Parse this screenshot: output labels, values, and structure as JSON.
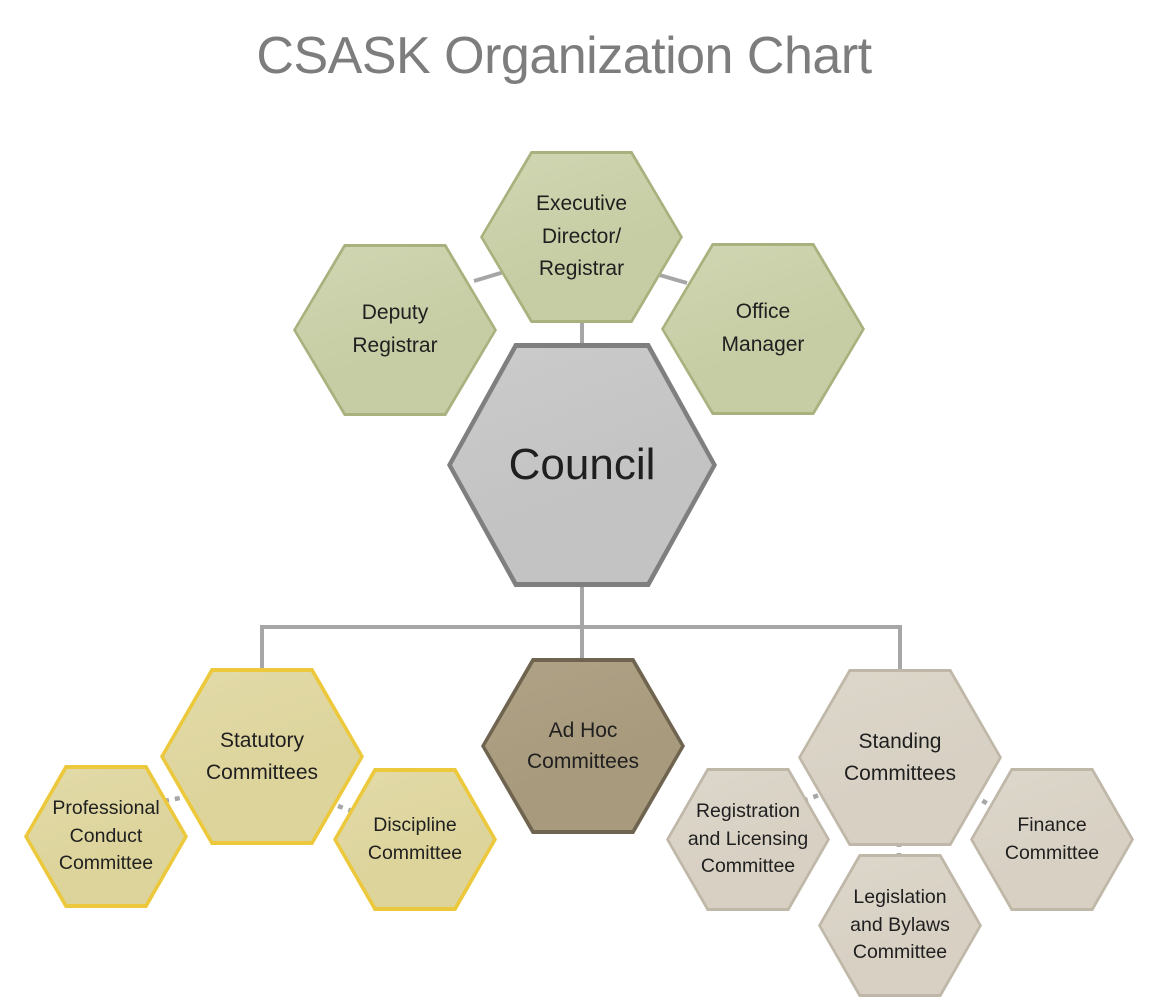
{
  "title": "CSASK Organization Chart",
  "nodes": {
    "executive": {
      "label": "Executive\nDirector/\nRegistrar"
    },
    "deputy": {
      "label": "Deputy\nRegistrar"
    },
    "office": {
      "label": "Office\nManager"
    },
    "council": {
      "label": "Council"
    },
    "statutory": {
      "label": "Statutory\nCommittees"
    },
    "adhoc": {
      "label": "Ad Hoc\nCommittees"
    },
    "standing": {
      "label": "Standing\nCommittees"
    },
    "professional": {
      "label": "Professional\nConduct\nCommittee"
    },
    "discipline": {
      "label": "Discipline\nCommittee"
    },
    "registration": {
      "label": "Registration\nand Licensing\nCommittee"
    },
    "finance": {
      "label": "Finance\nCommittee"
    },
    "legislation": {
      "label": "Legislation\nand Bylaws\nCommittee"
    }
  },
  "edges": [
    {
      "from": "deputy",
      "to": "executive",
      "style": "solid"
    },
    {
      "from": "office",
      "to": "executive",
      "style": "solid"
    },
    {
      "from": "executive",
      "to": "council",
      "style": "solid"
    },
    {
      "from": "council",
      "to": "statutory",
      "style": "solid"
    },
    {
      "from": "council",
      "to": "adhoc",
      "style": "solid"
    },
    {
      "from": "council",
      "to": "standing",
      "style": "solid"
    },
    {
      "from": "statutory",
      "to": "professional",
      "style": "dashed"
    },
    {
      "from": "statutory",
      "to": "discipline",
      "style": "dashed"
    },
    {
      "from": "standing",
      "to": "registration",
      "style": "dashed"
    },
    {
      "from": "standing",
      "to": "finance",
      "style": "dashed"
    },
    {
      "from": "standing",
      "to": "legislation",
      "style": "dashed"
    }
  ],
  "colors": {
    "title-color": "#7d7d7d",
    "text-color": "#1f1f1f",
    "green-fill": "#c6cda4",
    "green-border": "#a9b17e",
    "gray-fill": "#c3c3c3",
    "gray-border": "#7f7f7f",
    "khaki-fill": "#ddd49c",
    "gold-border": "#ecc83d",
    "brown-fill": "#a89a7c",
    "brown-border": "#6f6450",
    "tan-fill": "#d7d0c3",
    "tan-border": "#bfb7a7",
    "connector-color": "#a6a6a6"
  }
}
